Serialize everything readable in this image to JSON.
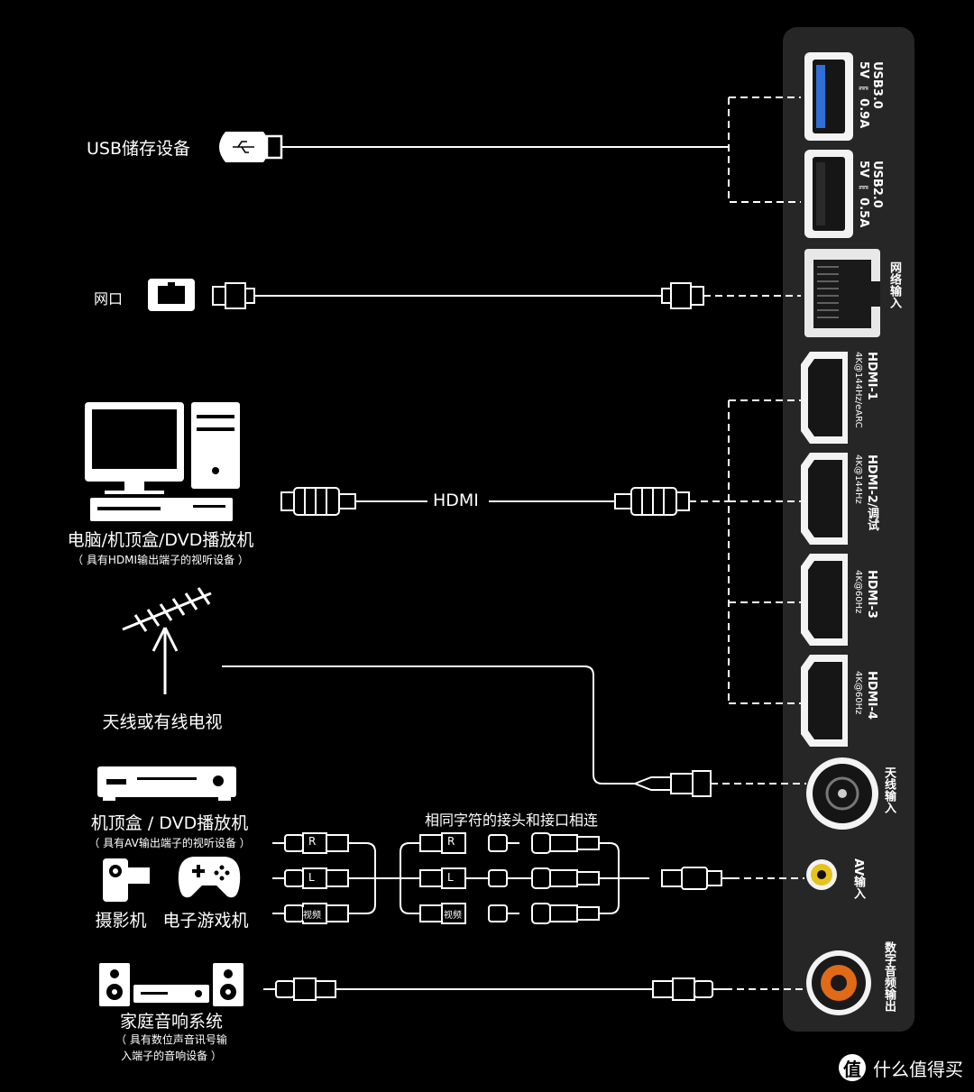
{
  "panel": {
    "ports": {
      "usb3": {
        "name": "USB3.0",
        "spec": "5V ⎓ 0.9A"
      },
      "usb2": {
        "name": "USB2.0",
        "spec": "5V ⎓ 0.5A"
      },
      "lan": {
        "name": "网络输入"
      },
      "hdmi1": {
        "name": "HDMI-1",
        "spec": "4K@144Hz/eARC"
      },
      "hdmi2": {
        "name": "HDMI-2/调试",
        "spec": "4K@144Hz"
      },
      "hdmi3": {
        "name": "HDMI-3",
        "spec": "4K@60Hz"
      },
      "hdmi4": {
        "name": "HDMI-4",
        "spec": "4K@60Hz"
      },
      "antenna": {
        "name": "天线输入"
      },
      "av": {
        "name": "AV输入"
      },
      "digital_audio": {
        "name": "数字音频输出"
      }
    }
  },
  "devices": {
    "usb": {
      "label": "USB储存设备"
    },
    "lan": {
      "label": "网口"
    },
    "pc": {
      "label": "电脑/机顶盒/DVD播放机",
      "note": "（ 具有HDMI输出端子的视听设备 ）"
    },
    "antenna": {
      "label": "天线或有线电视"
    },
    "av_box": {
      "label": "机顶盒 / DVD播放机",
      "note": "（ 具有AV输出端子的视听设备 ）"
    },
    "camcorder": {
      "label": "摄影机"
    },
    "console": {
      "label": "电子游戏机"
    },
    "home_audio": {
      "label": "家庭音响系统",
      "note_line1": "（ 具有数位声音讯号输",
      "note_line2": "入端子的音响设备 ）"
    }
  },
  "cables": {
    "hdmi_label": "HDMI",
    "av_hint": "相同字符的接头和接口相连",
    "av_plugs": [
      "R",
      "L",
      "视频"
    ]
  },
  "watermark": {
    "logo": "值",
    "text": "什么值得买"
  },
  "colors": {
    "background": "#000000",
    "panel": "#262626",
    "line": "#ffffff",
    "usb3_blue": "#2f6fd6",
    "av_yellow": "#e7c21a",
    "spdif_orange": "#e06a18"
  }
}
